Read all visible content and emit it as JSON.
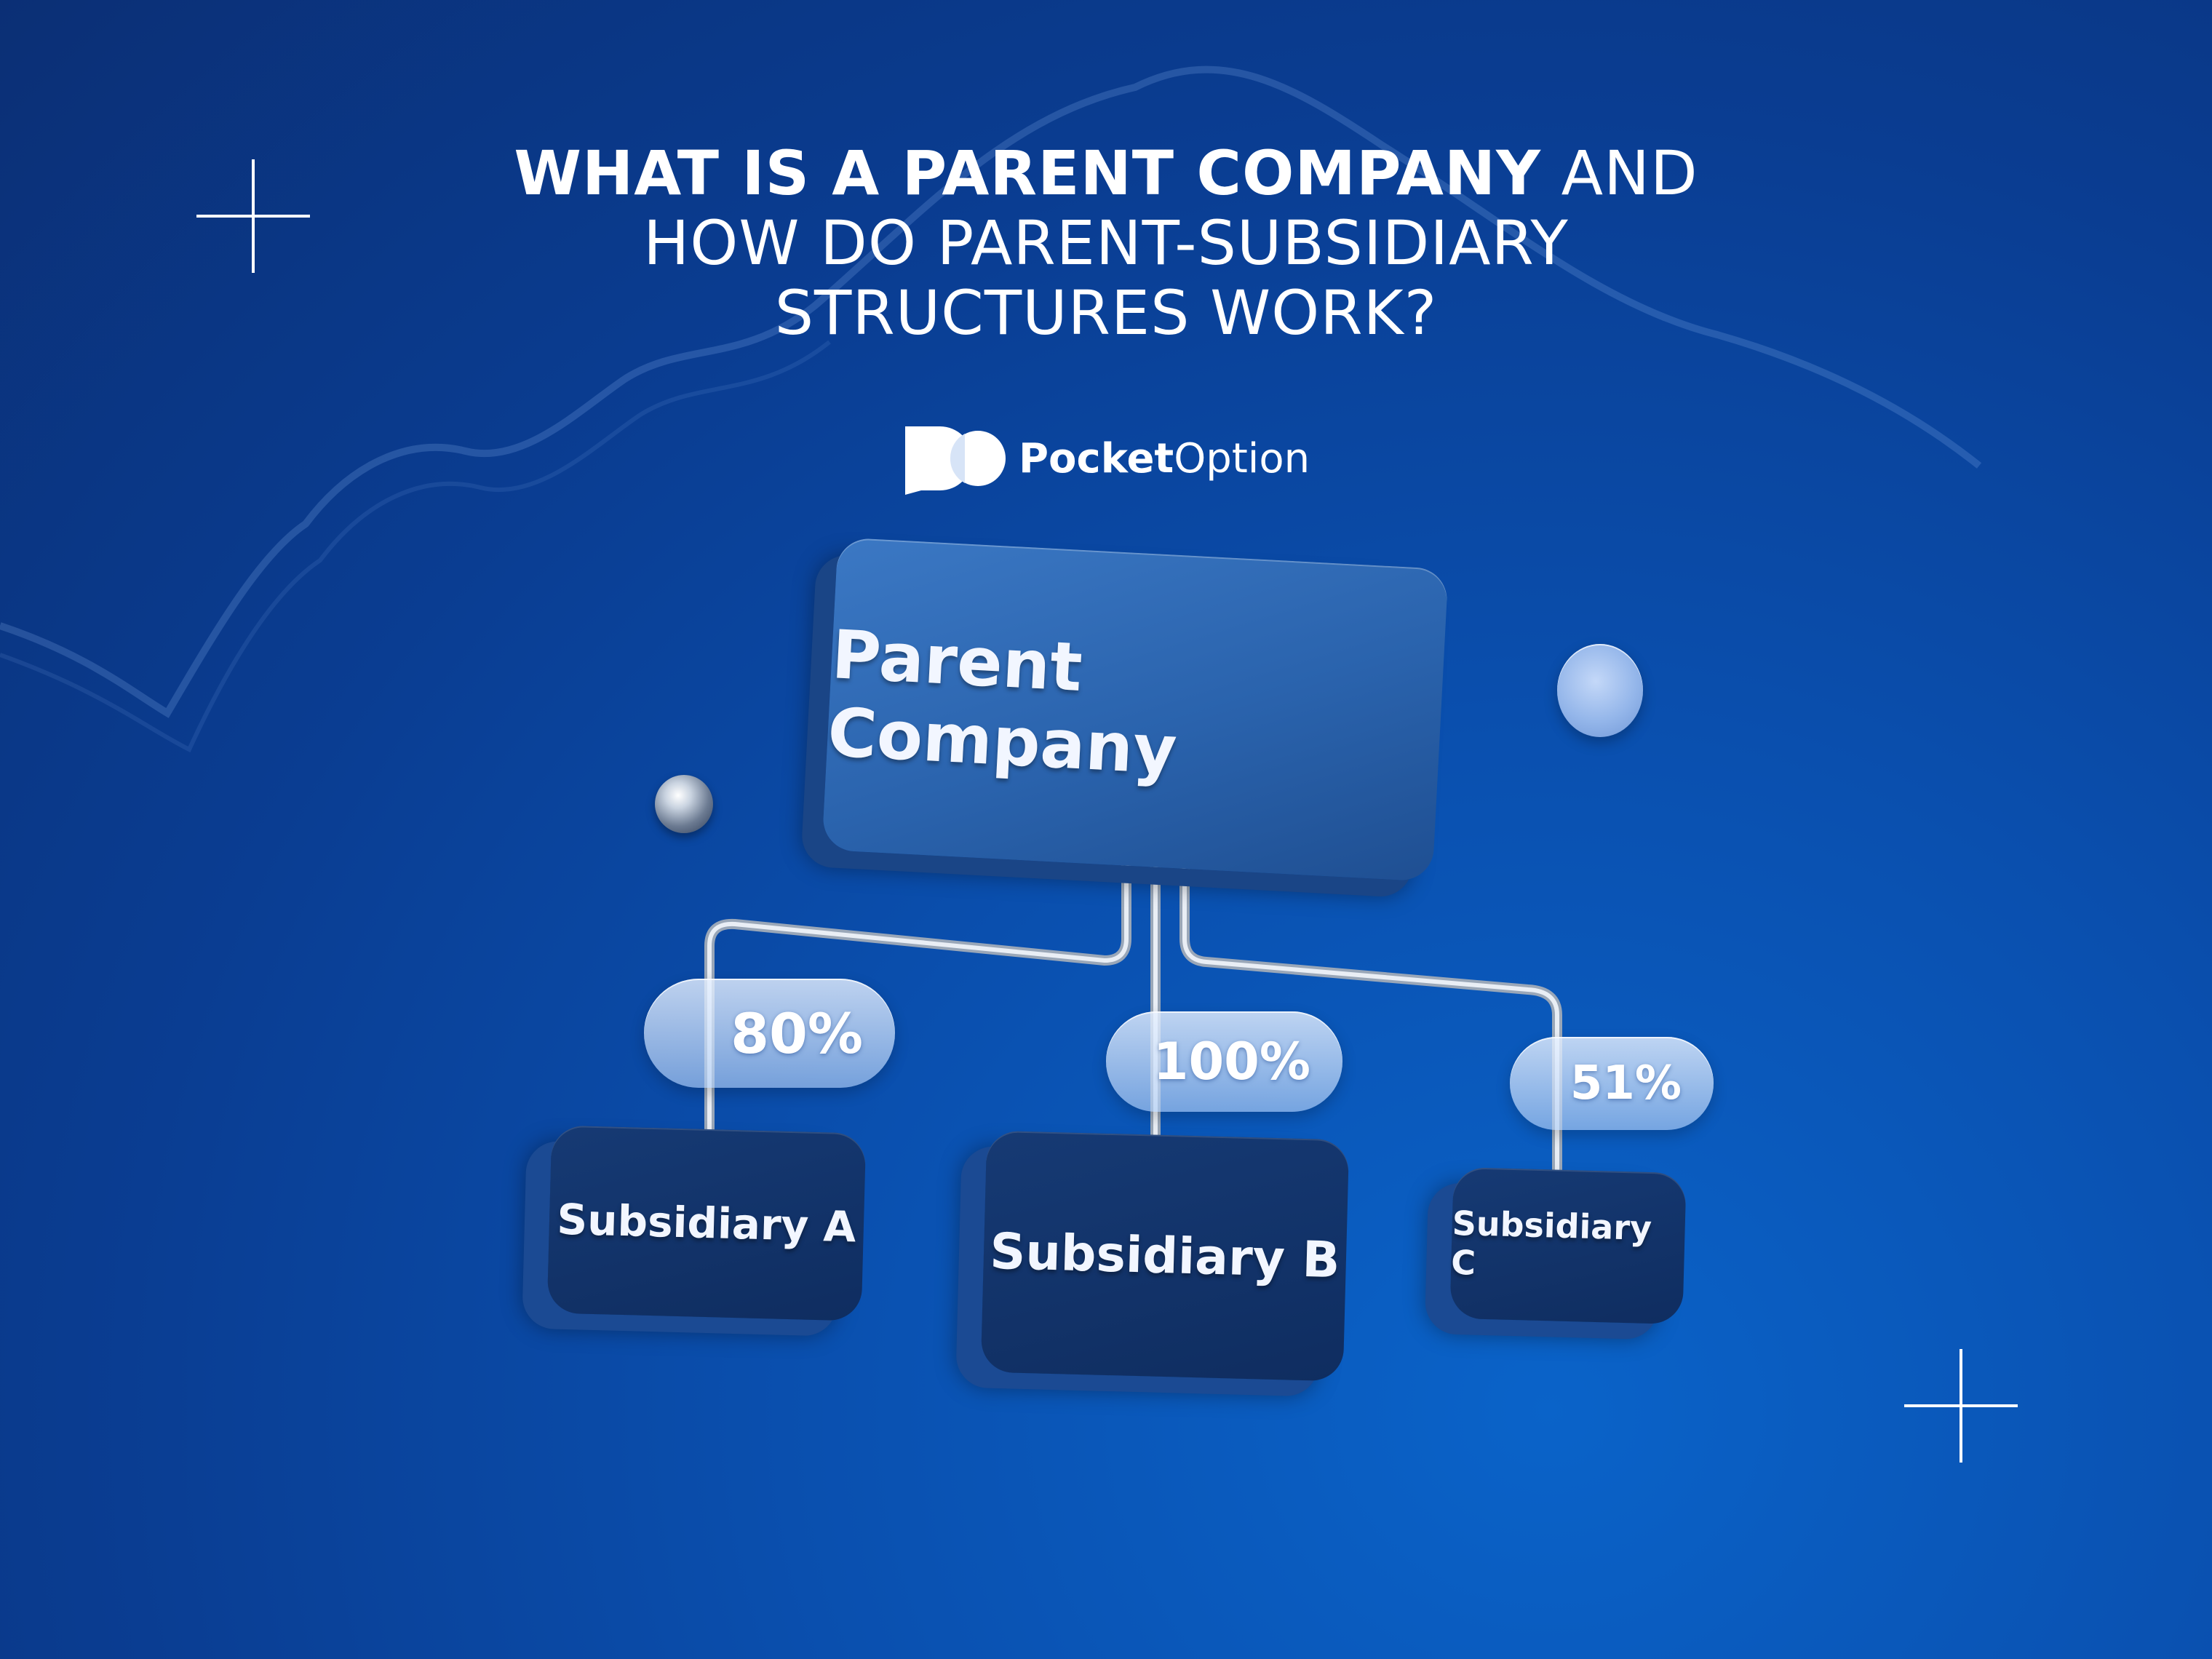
{
  "header": {
    "title_bold": "WHAT IS A PARENT COMPANY",
    "title_rest_1": " AND",
    "title_rest_2": "HOW DO PARENT-SUBSIDIARY",
    "title_rest_3": "STRUCTURES WORK?"
  },
  "brand": {
    "name_strong": "Pocket",
    "name_light": "Option",
    "logo_icon": "pocketoption-logo-icon"
  },
  "diagram": {
    "parent": {
      "label": "Parent Company"
    },
    "subsidiaries": [
      {
        "label": "Subsidiary A",
        "ownership": "80%"
      },
      {
        "label": "Subsidiary B",
        "ownership": "100%"
      },
      {
        "label": "Subsidiary C",
        "ownership": "51%"
      }
    ]
  },
  "colors": {
    "background": "#0a4fae",
    "parent_box": "#2a63ad",
    "subsidiary_box": "#12336a",
    "pill": "#c8dcf7",
    "text": "#ffffff"
  }
}
